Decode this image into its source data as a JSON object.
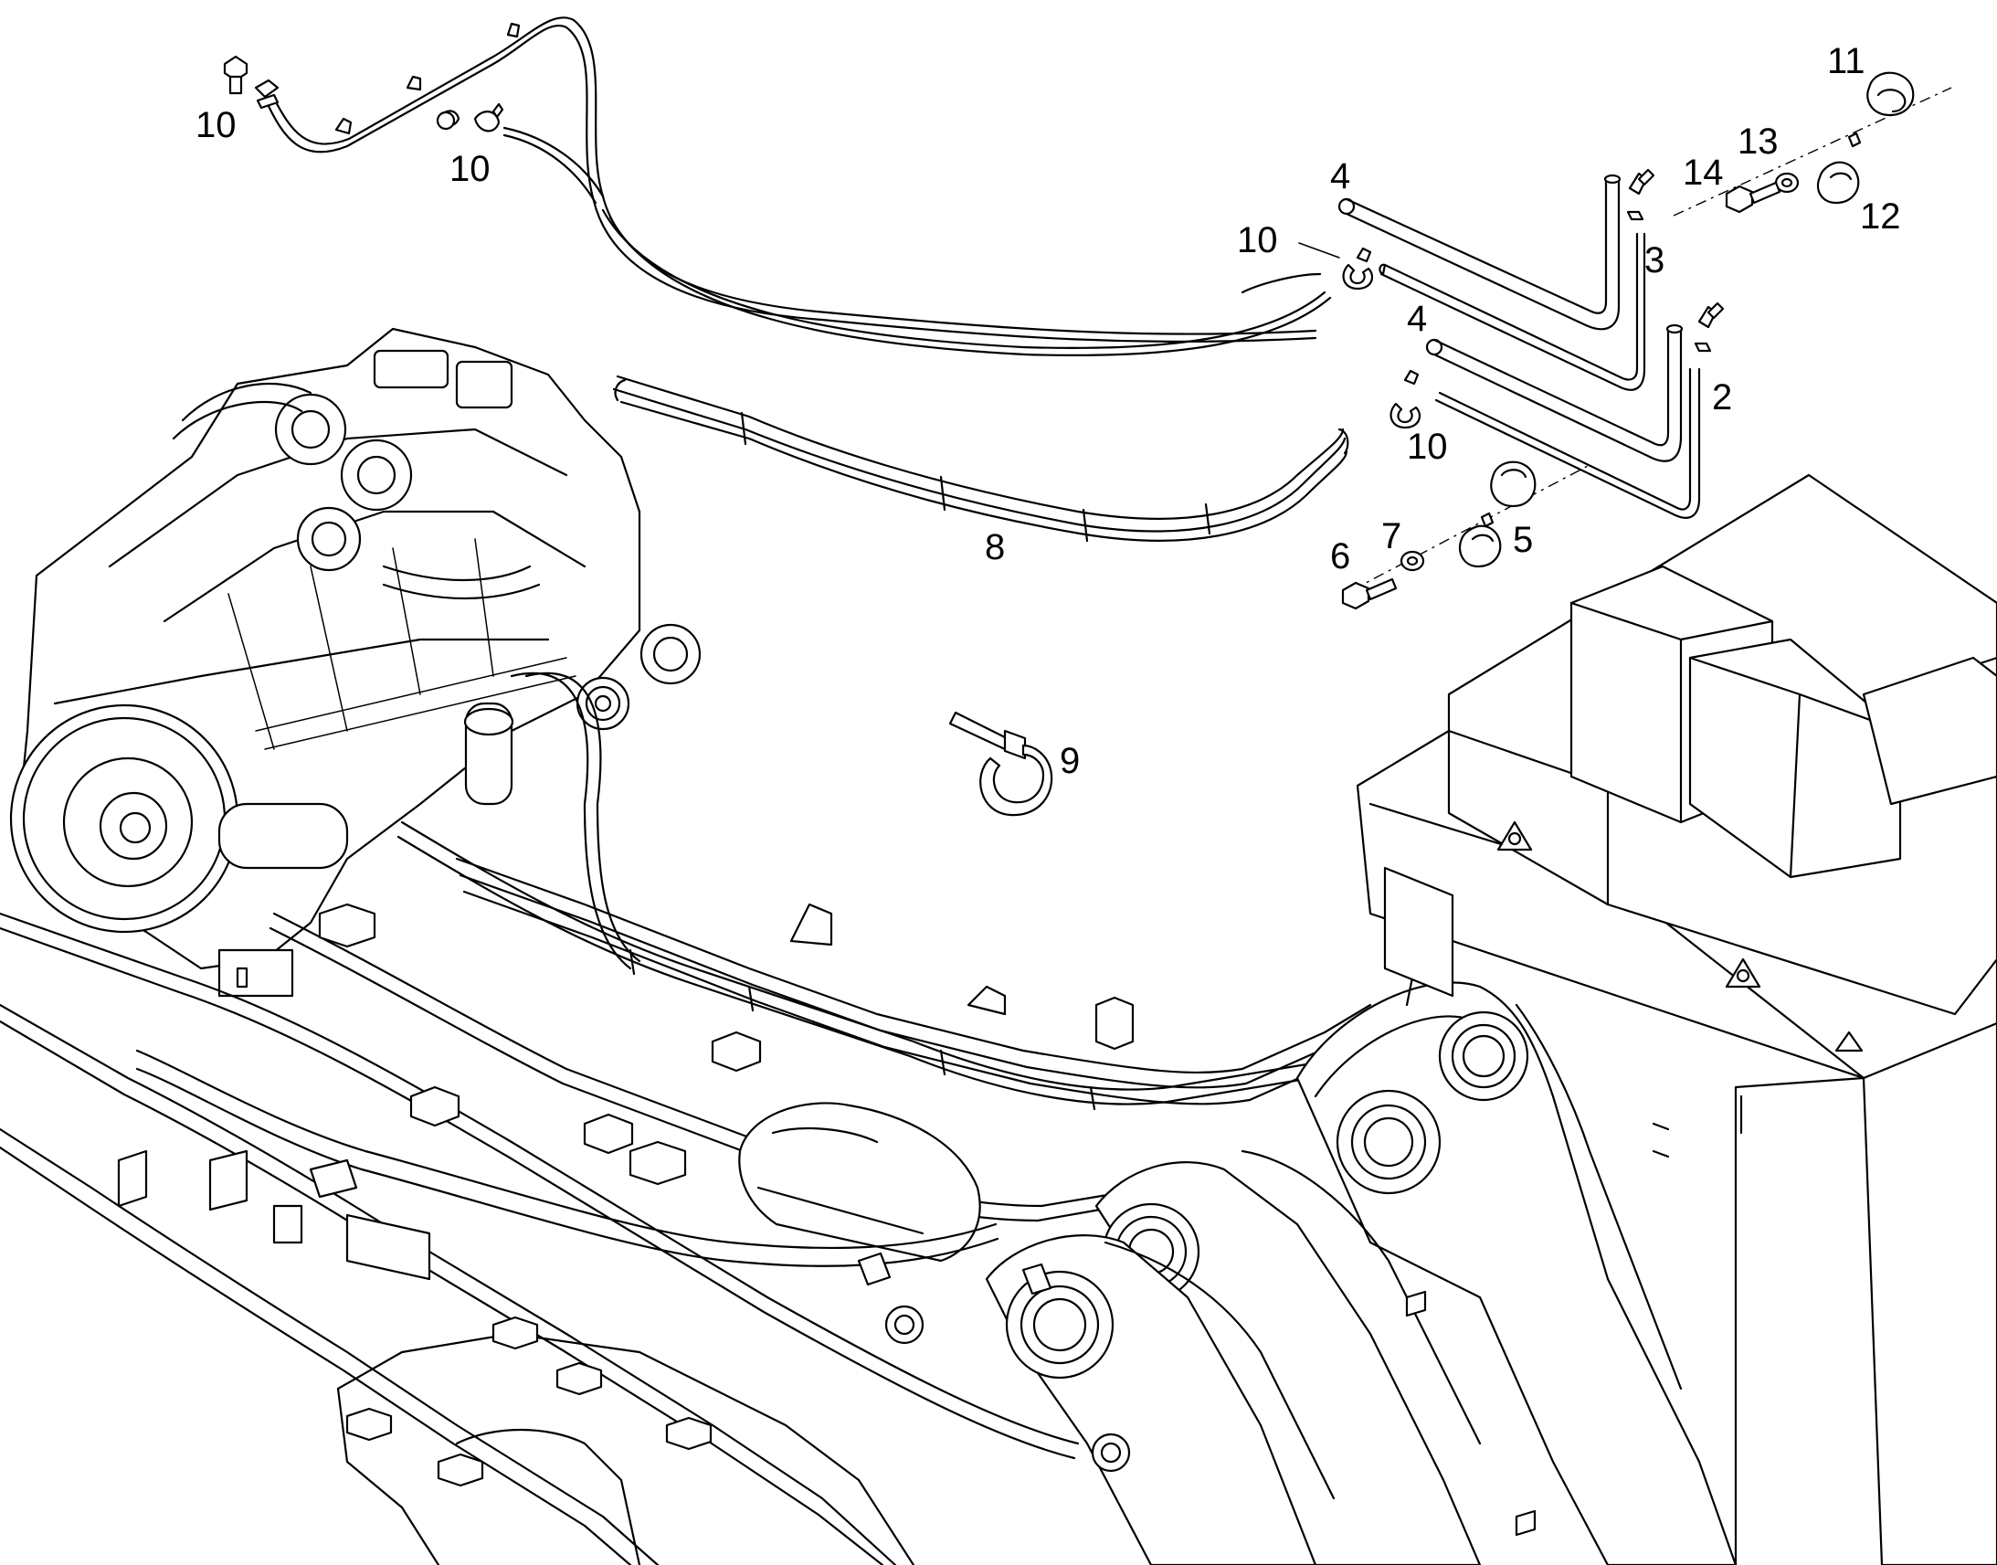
{
  "callouts": {
    "c1": "10",
    "c2": "10",
    "c3": "4",
    "c4": "10",
    "c5": "3",
    "c6": "4",
    "c7": "2",
    "c8": "10",
    "c9": "11",
    "c10": "13",
    "c11": "14",
    "c12": "12",
    "c13": "5",
    "c14": "7",
    "c15": "6",
    "c16": "8",
    "c17": "9"
  },
  "colors": {
    "line": "#000000",
    "background": "#ffffff"
  }
}
